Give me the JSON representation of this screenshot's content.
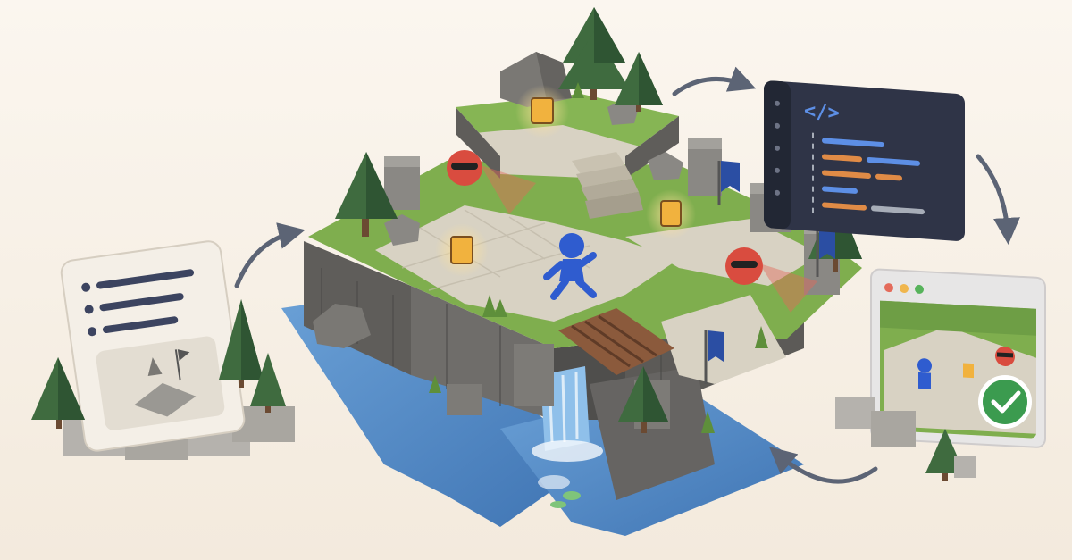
{
  "scene": {
    "background_color": "#f6efe6",
    "palette": {
      "grass": "#7fae4e",
      "grass_dark": "#5e8f3b",
      "path_stone": "#d8d2c3",
      "cliff_stone": "#6f6d6a",
      "cliff_dark": "#4f4e4c",
      "water": "#3f74b3",
      "water_light": "#6aa0d6",
      "tree": "#3f6b3f",
      "tree_dark": "#2f5533",
      "wood": "#8b5a3c",
      "lantern": "#f1b23e",
      "hero": "#2f5ccf",
      "enemy": "#d94c3f",
      "banner": "#2b4ea3",
      "vision_cone": "#e36a5a",
      "editor_bg": "#2f3447",
      "editor_gutter": "#222734",
      "code_blue": "#5d8fe6",
      "code_orange": "#e08b46",
      "code_gray": "#a7adb8",
      "browser_frame": "#e7e6e6",
      "dot_red": "#e46b5b",
      "dot_yellow": "#f0b64d",
      "dot_green": "#57b35b",
      "check": "#3b9b4f",
      "arrow": "#5c6475",
      "card": "#f4efe7",
      "card_lines": "#3c4460"
    },
    "icons": [
      "design-document-icon",
      "code-editor-icon",
      "code-bracket-icon",
      "browser-preview-icon",
      "checkmark-icon",
      "cycle-arrow-icon"
    ],
    "code_editor": {
      "bracket_text": "</>"
    },
    "entities": {
      "hero_count": 1,
      "enemy_count": 2,
      "lantern_count": 3,
      "banner_count": 3
    }
  }
}
